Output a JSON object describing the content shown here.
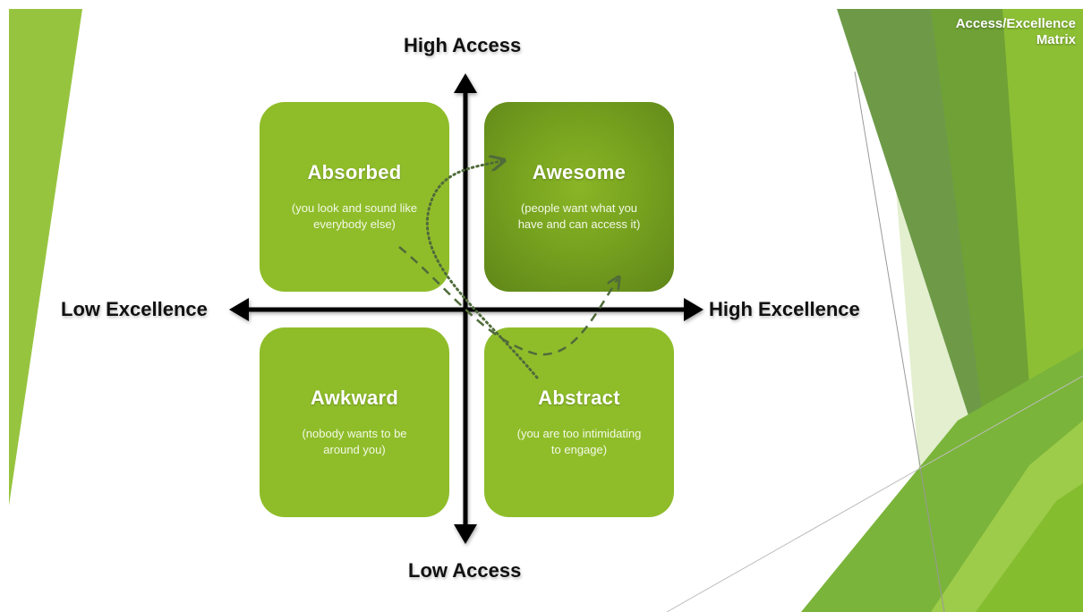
{
  "slide_title": "Access/Excellence\nMatrix",
  "slide_title_lines": [
    "Access/Excellence",
    "Matrix"
  ],
  "axes": {
    "top": "High Access",
    "bottom": "Low Access",
    "left": "Low Excellence",
    "right": "High Excellence"
  },
  "quadrants": {
    "top_left": {
      "title": "Absorbed",
      "desc_lines": [
        "(you look and sound like",
        "everybody else)"
      ]
    },
    "top_right": {
      "title": "Awesome",
      "desc_lines": [
        "(people want what you",
        "have and can access it)"
      ]
    },
    "bottom_left": {
      "title": "Awkward",
      "desc_lines": [
        "(nobody wants to be",
        "around you)"
      ]
    },
    "bottom_right": {
      "title": "Abstract",
      "desc_lines": [
        "(you are too intimidating",
        "to engage)"
      ]
    }
  },
  "colors": {
    "quadrant": "#8fbd2a",
    "quadrant_highlight": "#6a9420",
    "axis": "#000000",
    "path": "#4f6b3a",
    "deco_light": "#cfe3a8",
    "deco_mid": "#7fb73a",
    "deco_dark": "#5f8f2e"
  }
}
